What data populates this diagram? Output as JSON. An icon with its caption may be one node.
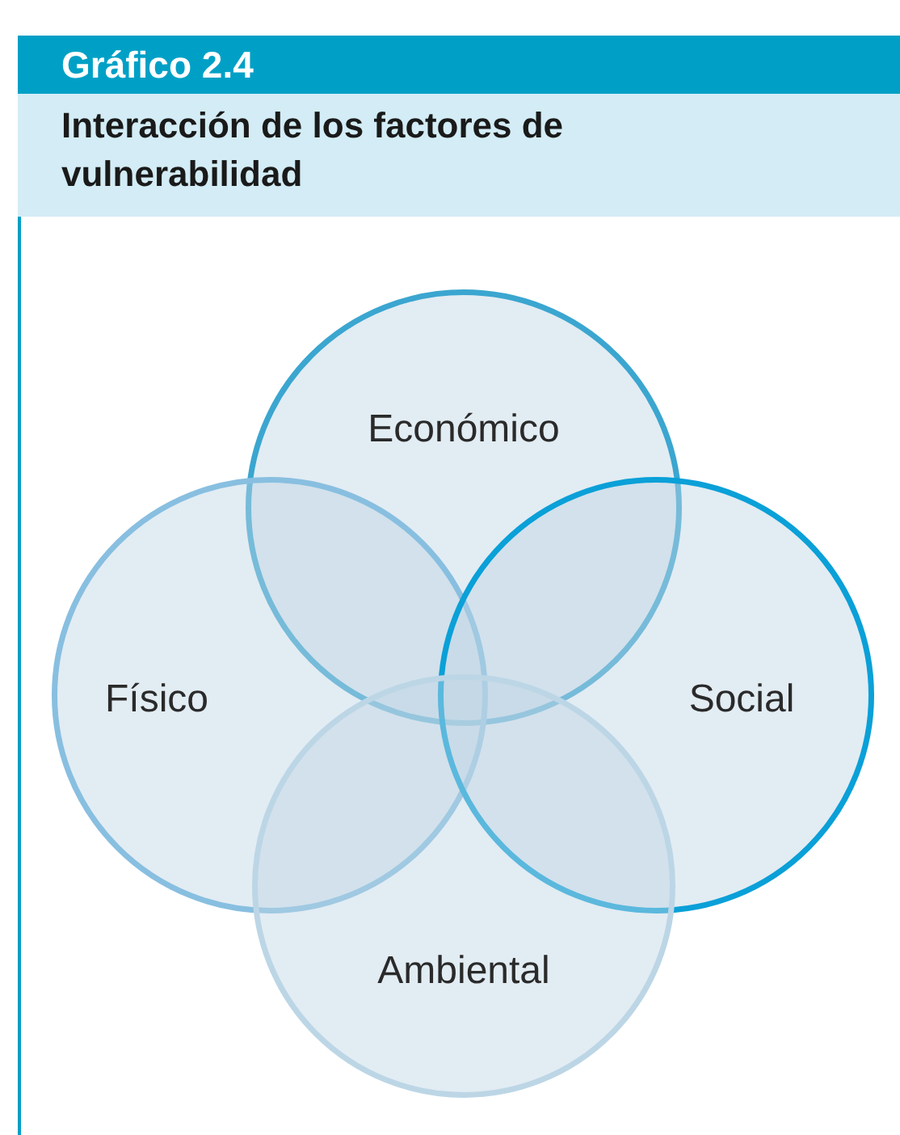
{
  "diagram": {
    "title": "Gráfico 2.4",
    "nodes": [
      {
        "text": [
          "Económico"
        ]
      },
      {
        "text": [
          "Físico"
        ]
      },
      {
        "text": [
          "Social"
        ]
      },
      {
        "text": [
          "Ambiental"
        ]
      }
    ],
    "labels": [
      "Interacción de los factores de vulnerabilidad"
    ]
  }
}
